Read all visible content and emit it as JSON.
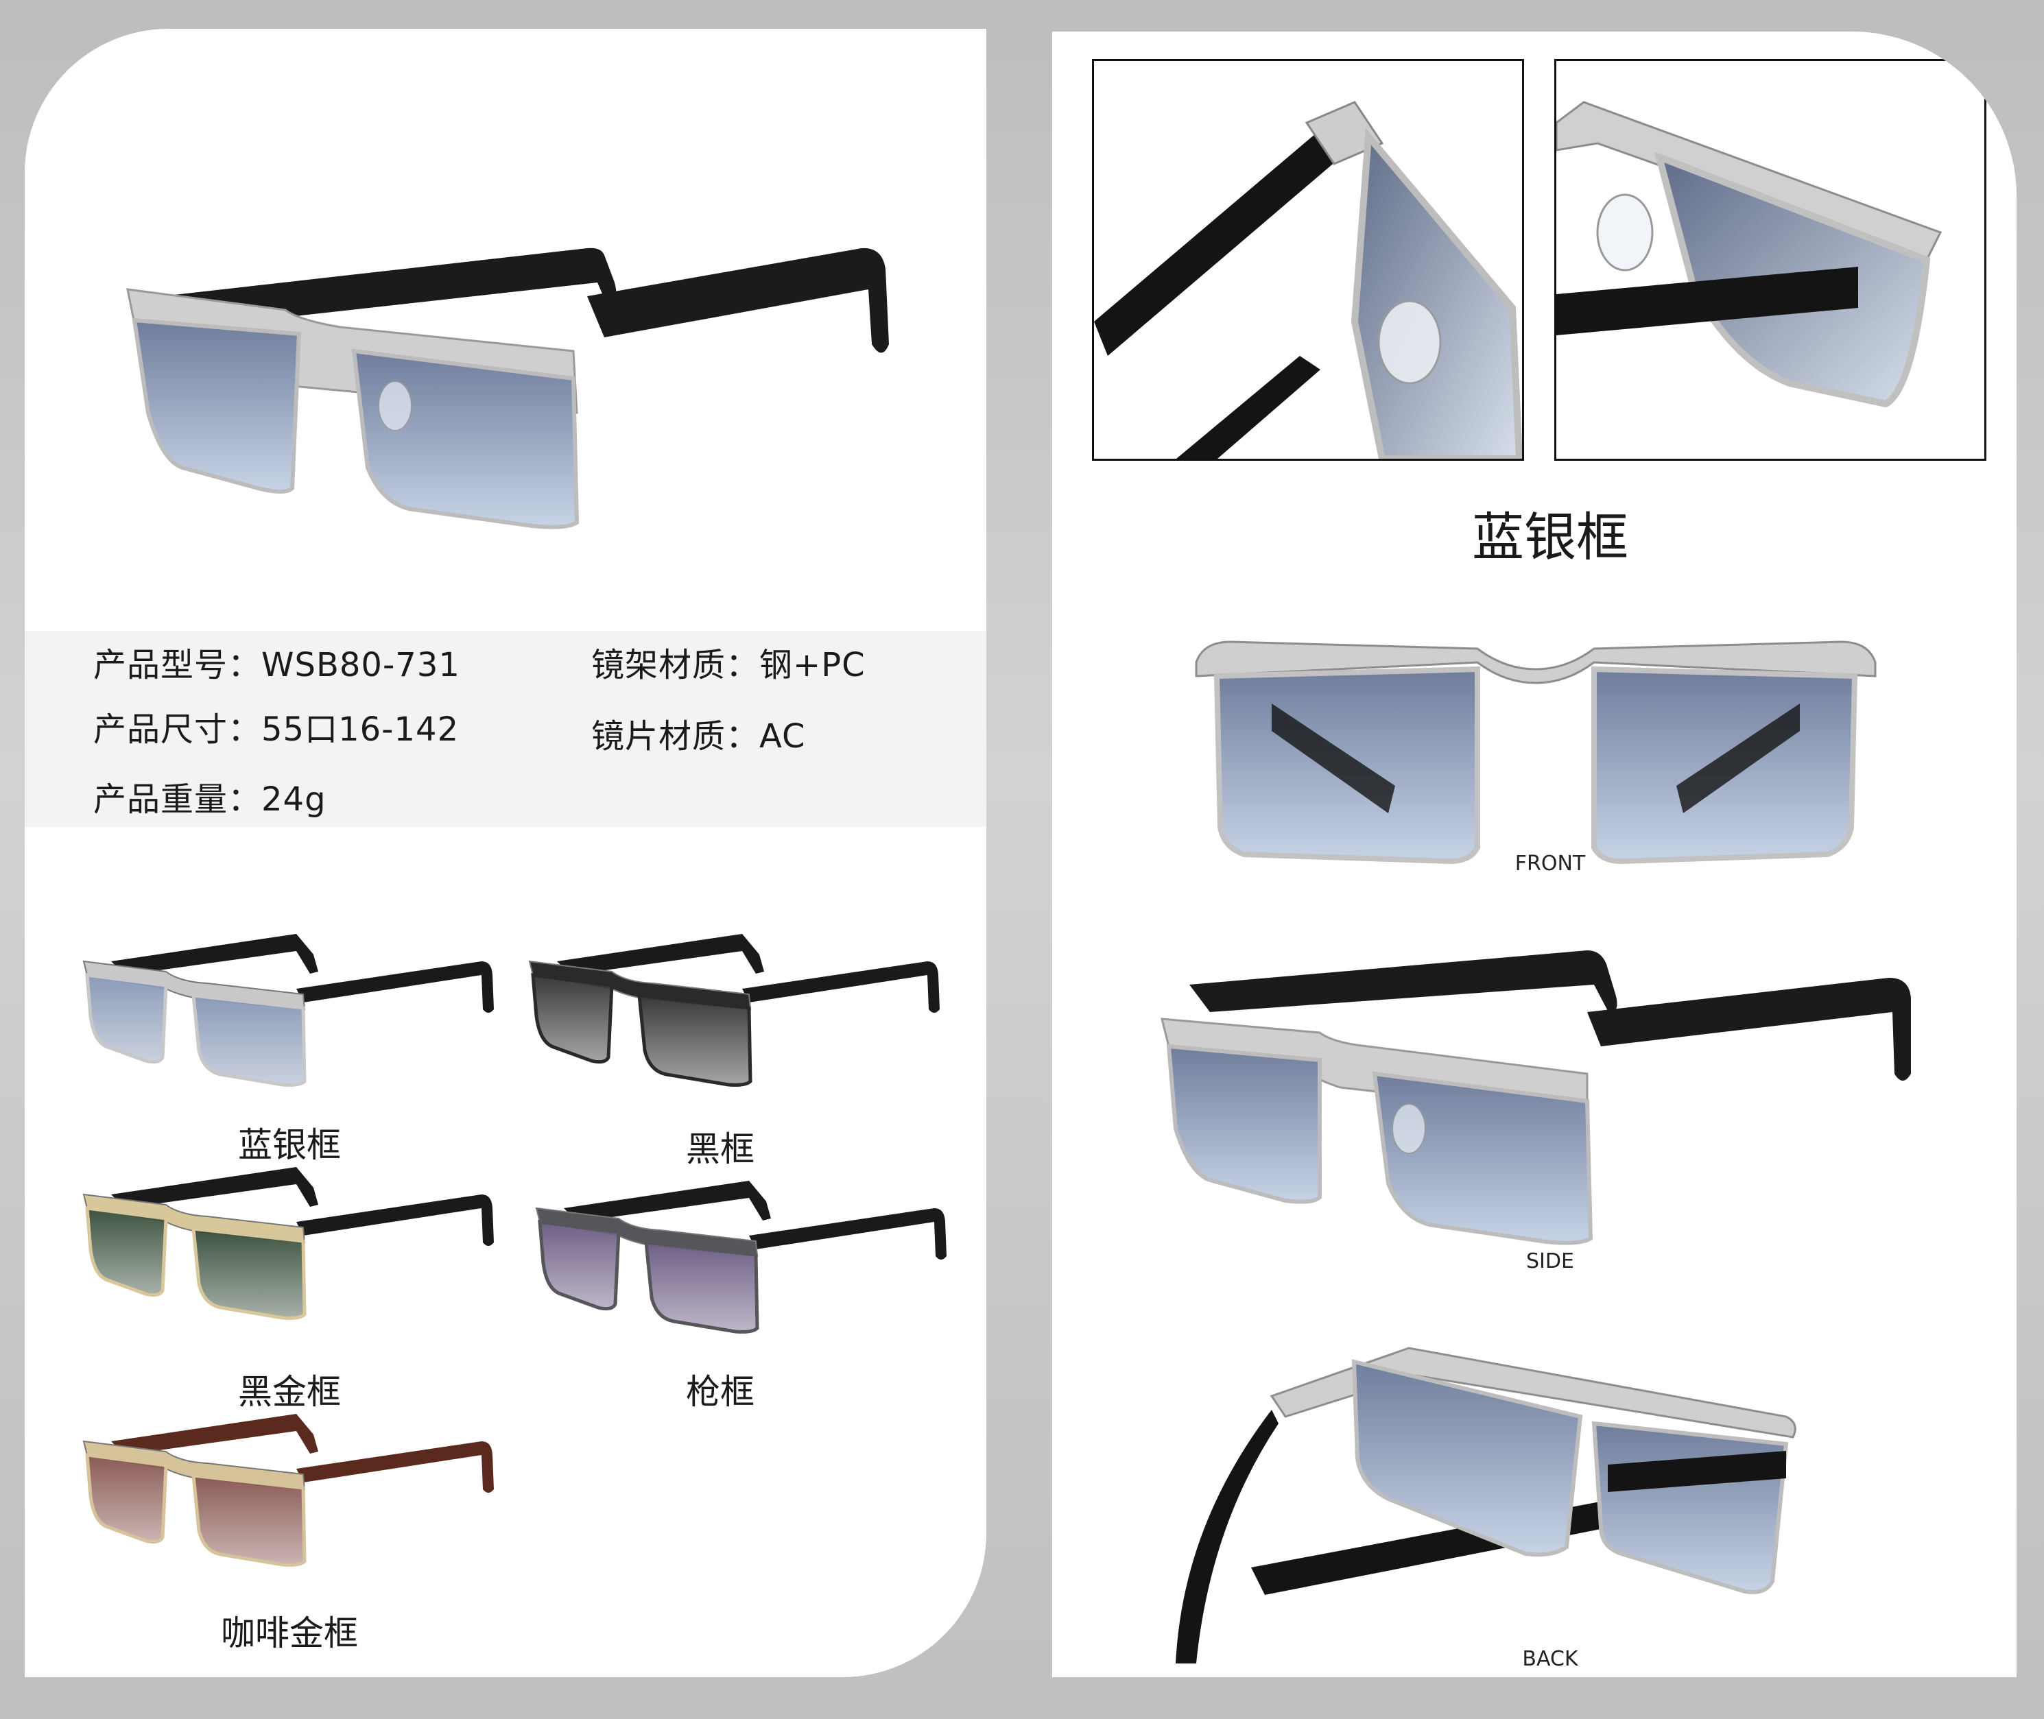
{
  "specs": {
    "model_label": "产品型号：",
    "model_value": "WSB80-731",
    "size_label": "产品尺寸：",
    "size_value": "55口16-142",
    "weight_label": "产品重量：",
    "weight_value": "24g",
    "frame_material_label": "镜架材质：",
    "frame_material_value": "钢+PC",
    "lens_material_label": "镜片材质：",
    "lens_material_value": "AC"
  },
  "variants": [
    {
      "label": "蓝银框",
      "frame_color": "#c8c8c8",
      "lens_color": "#8a9ab8",
      "temple_color": "#1a1a1a"
    },
    {
      "label": "黑框",
      "frame_color": "#2a2a2a",
      "lens_color": "#3a3838",
      "temple_color": "#1a1a1a"
    },
    {
      "label": "黑金框",
      "frame_color": "#d8c79a",
      "lens_color": "#3d5240",
      "temple_color": "#1a1a1a"
    },
    {
      "label": "枪框",
      "frame_color": "#55555a",
      "lens_color": "#6f5f86",
      "temple_color": "#1a1a1a"
    },
    {
      "label": "咖啡金框",
      "frame_color": "#d6c39a",
      "lens_color": "#8a5a55",
      "temple_color": "#5a2a1e"
    }
  ],
  "featured": {
    "title": "蓝银框",
    "views": [
      "FRONT",
      "SIDE",
      "BACK"
    ]
  }
}
